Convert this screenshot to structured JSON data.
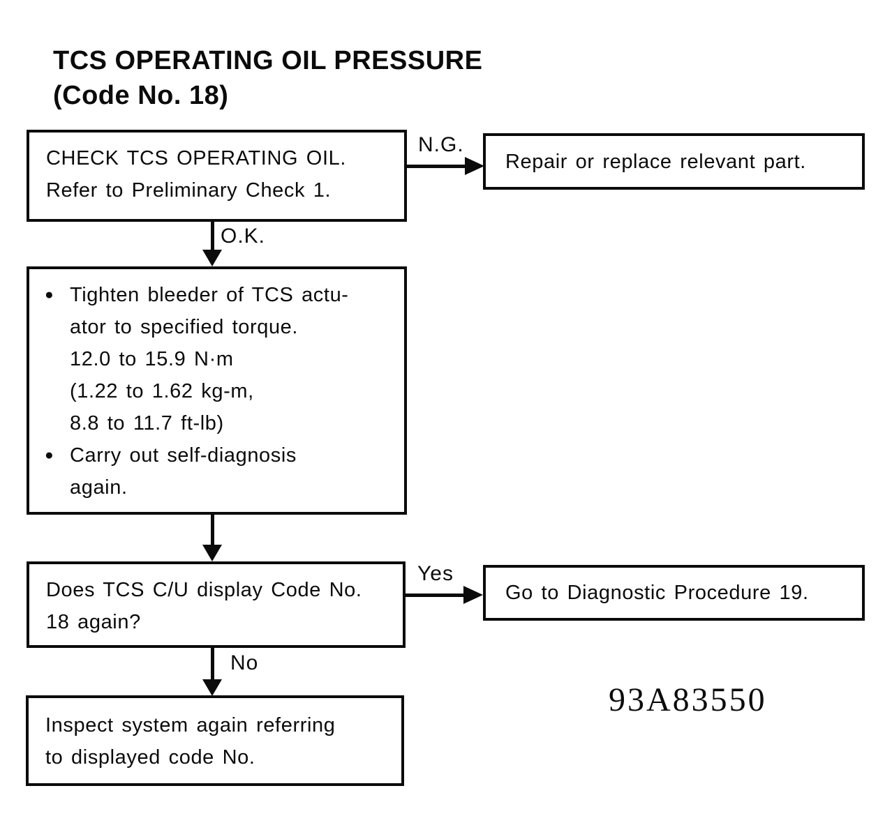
{
  "page": {
    "title_line1": "TCS OPERATING OIL PRESSURE",
    "title_line2": "(Code No. 18)",
    "figure_code": "93A83550"
  },
  "flow": {
    "check_box": {
      "line1": "CHECK TCS OPERATING OIL.",
      "line2": "Refer to Preliminary Check 1."
    },
    "action_box": {
      "item1": {
        "bullet": "●",
        "line1": "Tighten bleeder of TCS actu-",
        "line2": "ator to specified torque.",
        "line3": "12.0 to 15.9 N·m",
        "line4": "(1.22 to 1.62 kg-m,",
        "line5": "8.8 to 11.7 ft-lb)"
      },
      "item2": {
        "bullet": "●",
        "line1": "Carry out self-diagnosis",
        "line2": "again."
      }
    },
    "question_box": {
      "line1": "Does TCS C/U display Code No.",
      "line2": "18 again?"
    },
    "inspect_box": {
      "line1": "Inspect system again referring",
      "line2": "to displayed code No."
    },
    "repair_box": {
      "text": "Repair or replace relevant part."
    },
    "goto_box": {
      "text": "Go to Diagnostic Procedure 19."
    },
    "labels": {
      "ng": "N.G.",
      "ok": "O.K.",
      "yes": "Yes",
      "no": "No"
    }
  },
  "colors": {
    "ink": "#0b0b0b",
    "background": "#ffffff"
  }
}
